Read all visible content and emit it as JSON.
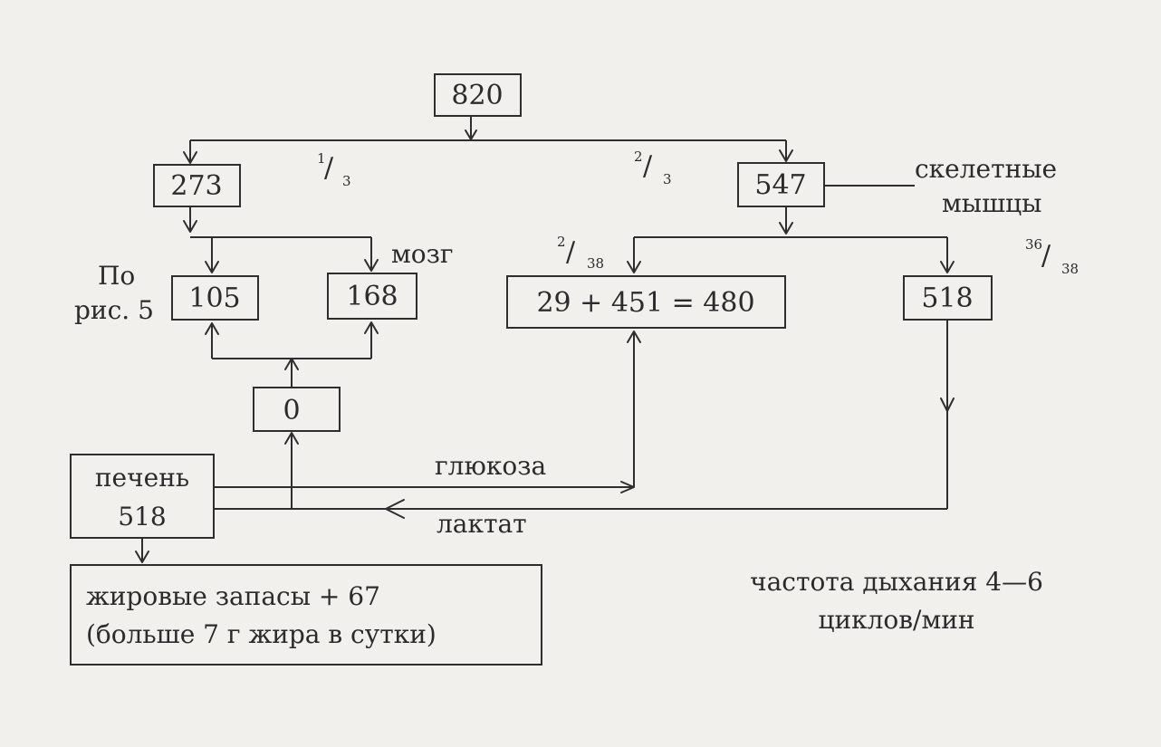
{
  "nodes": {
    "top": "820",
    "left_branch": "273",
    "right_branch": "547",
    "node_105": "105",
    "node_168": "168",
    "glucose_sum": "29 + 451 = 480",
    "node_518": "518",
    "zero": "0",
    "liver_label": "печень",
    "liver_value": "518",
    "fat_line1": "жировые запасы + 67",
    "fat_line2": "(больше 7 г жира в сутки)"
  },
  "labels": {
    "skeletal_line1": "скелетные",
    "skeletal_line2": "мышцы",
    "brain": "мозг",
    "ref_line1": "По",
    "ref_line2": "рис. 5",
    "glucose": "глюкоза",
    "lactate": "лактат",
    "breath_line1": "частота дыхания 4—6",
    "breath_line2": "циклов/мин"
  },
  "fractions": {
    "one_third": {
      "num": "1",
      "den": "3"
    },
    "two_thirds": {
      "num": "2",
      "den": "3"
    },
    "two_38": {
      "num": "2",
      "den": "38"
    },
    "thirtysix_38": {
      "num": "36",
      "den": "38"
    }
  }
}
